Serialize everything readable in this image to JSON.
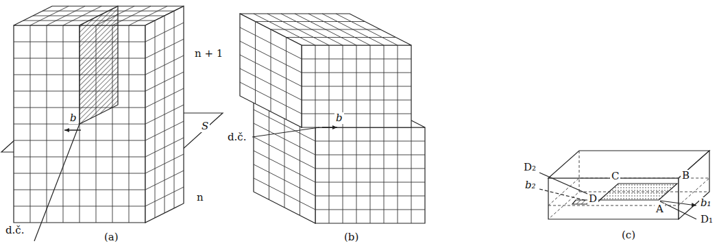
{
  "diagram": {
    "labels": [
      "n + 1",
      "n",
      "S",
      "b",
      "d.č.",
      "(a)",
      "d.č.",
      "b",
      "(b)",
      "D₂",
      "b₂",
      "D",
      "C",
      "B",
      "A",
      "b₁",
      "D₁",
      "(c)"
    ]
  }
}
